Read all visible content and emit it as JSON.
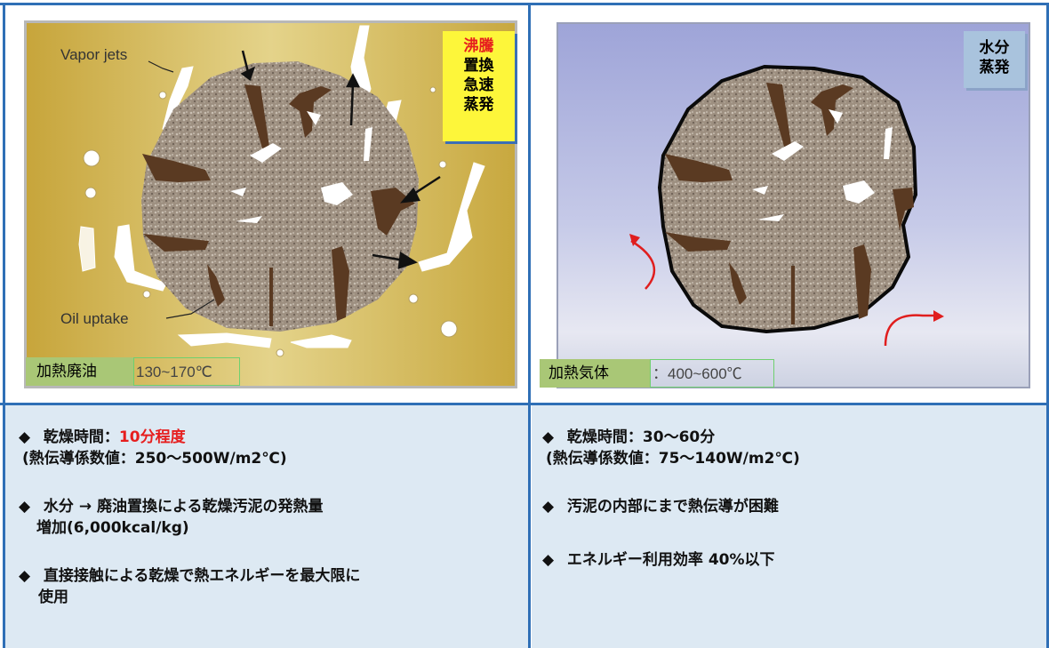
{
  "left_panel": {
    "callouts": {
      "vapor_jets": "Vapor jets",
      "oil_uptake": "Oil uptake"
    },
    "tag_lines": [
      "沸騰",
      "置換",
      "急速",
      "蒸発"
    ],
    "label_medium": "加熱廃油",
    "label_temp": "130~170℃",
    "bullets": {
      "b1_prefix": "乾燥時間：",
      "b1_highlight": "10分程度",
      "b1_sub": "(熱伝導係数値：250～500W/m2℃)",
      "b2_line1": "水分 → 廃油置換による乾燥汚泥の発熱量",
      "b2_line2": "増加(6,000kcal/kg)",
      "b3_line1": "直接接触による乾燥で熱エネルギーを最大限に",
      "b3_line2": "使用"
    }
  },
  "right_panel": {
    "tag_lines": [
      "水分",
      "蒸発"
    ],
    "label_medium": "加熱気体",
    "label_temp": "：400~600℃",
    "bullets": {
      "b1": "乾燥時間：30～60分",
      "b1_sub": "(熱伝導係数値：75～140W/m2℃)",
      "b2": "汚泥の内部にまで熱伝導が困難",
      "b3": "エネルギー利用効率 40%以下"
    }
  },
  "colors": {
    "border": "#2f6fb6",
    "bottom_bg": "#dde9f3",
    "oil_bg": "#cfb24a",
    "gas_bg": "#a6acdd",
    "tag_yellow": "#fdf63a",
    "tag_blue": "#a9c3dd",
    "label_green": "#a9c776",
    "red": "#e61e1e"
  }
}
